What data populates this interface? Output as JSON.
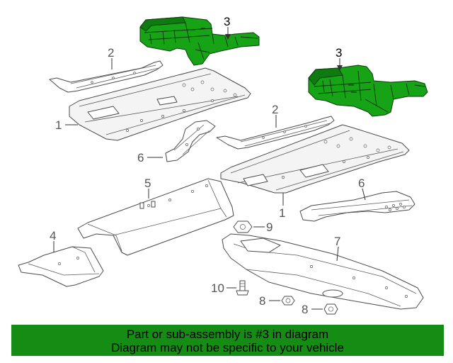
{
  "callouts": {
    "c3a": "3",
    "c3b": "3",
    "c2a": "2",
    "c2b": "2",
    "c1a": "1",
    "c1b": "1",
    "c6a": "6",
    "c6b": "6",
    "c5": "5",
    "c4": "4",
    "c9": "9",
    "c7": "7",
    "c10": "10",
    "c8a": "8",
    "c8b": "8"
  },
  "highlight_color": "#158d15",
  "banner": {
    "line1": "Part or sub-assembly is #3 in diagram",
    "line2": "Diagram may not be specific to your vehicle"
  }
}
